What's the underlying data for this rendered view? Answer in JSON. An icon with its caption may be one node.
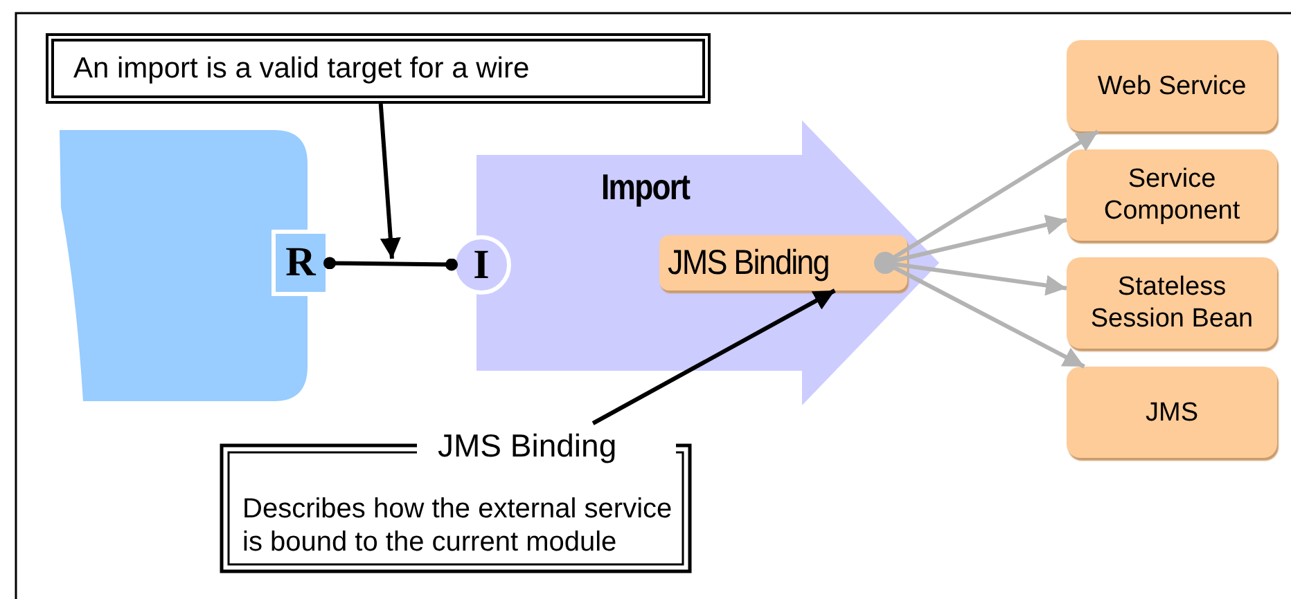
{
  "diagram": {
    "nodes": [
      {
        "text": [
          "An import is a valid target for a wire"
        ]
      },
      {
        "text": [],
        "shape": "box"
      },
      {
        "text": [
          "R"
        ]
      },
      {
        "text": [
          "I"
        ]
      },
      {
        "text": [
          "Import"
        ]
      },
      {
        "text": [
          "JMS Binding"
        ],
        "in": 4
      },
      {
        "text": [
          "Web Service"
        ]
      },
      {
        "text": [
          "Service Component"
        ]
      },
      {
        "text": [
          "Stateless Session Bean"
        ]
      },
      {
        "text": [
          "JMS"
        ]
      },
      {
        "text": [
          "JMS Binding",
          "Describes how the external service is bound to the current module"
        ]
      }
    ],
    "edges": [
      {
        "from": 0,
        "to": null,
        "arrow": "to",
        "color": "#000000"
      },
      {
        "from": 2,
        "to": 3,
        "arrow": "other",
        "color": "#000000"
      },
      {
        "from": 10,
        "to": 5,
        "arrow": "to",
        "color": "#000000"
      },
      {
        "from": 5,
        "to": 6,
        "arrow": "to",
        "color": "#b3b3b3"
      },
      {
        "from": 5,
        "to": 7,
        "arrow": "to",
        "color": "#b3b3b3"
      },
      {
        "from": 5,
        "to": 8,
        "arrow": "to",
        "color": "#b3b3b3"
      },
      {
        "from": 5,
        "to": 9,
        "arrow": "to",
        "color": "#b3b3b3"
      }
    ]
  }
}
